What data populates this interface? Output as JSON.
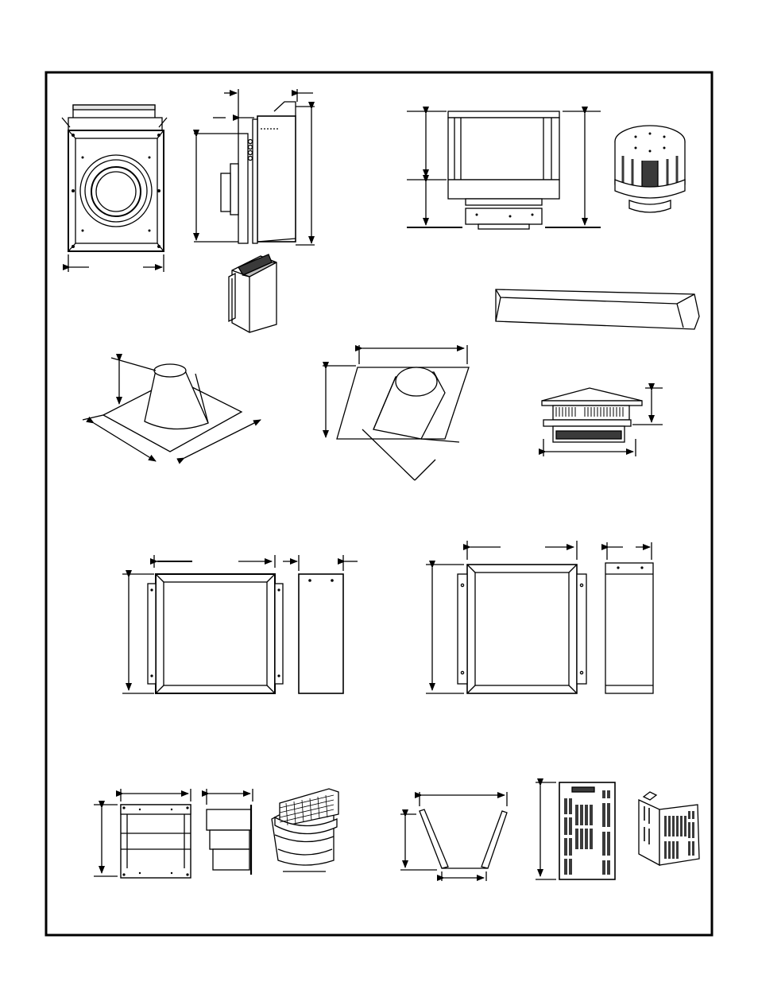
{
  "page": {
    "background": "#ffffff",
    "line_color": "#000000",
    "fill_light": "#e6e6e6",
    "fill_mid": "#bdbdbd",
    "fill_dark": "#3a3a3a"
  },
  "figures": [
    {
      "id": "wall-thimble-front",
      "icon": "wall-thimble-icon"
    },
    {
      "id": "wall-thimble-side",
      "icon": "wall-thimble-side-icon"
    },
    {
      "id": "wall-thimble-iso",
      "icon": "wall-thimble-iso-icon"
    },
    {
      "id": "termination-cap-elevation",
      "icon": "termination-cap-icon"
    },
    {
      "id": "termination-cap-iso",
      "icon": "termination-cap-3d-icon"
    },
    {
      "id": "roof-bracket",
      "icon": "roof-bracket-icon"
    },
    {
      "id": "roof-flashing-cone",
      "icon": "roof-flashing-icon"
    },
    {
      "id": "roof-flashing-slant",
      "icon": "roof-flashing-slant-icon"
    },
    {
      "id": "chimney-cap-square",
      "icon": "chimney-cap-icon"
    },
    {
      "id": "firestop-front-small",
      "icon": "firestop-icon"
    },
    {
      "id": "firestop-side-small",
      "icon": "firestop-side-icon"
    },
    {
      "id": "firestop-front-large",
      "icon": "firestop-large-icon"
    },
    {
      "id": "firestop-side-large",
      "icon": "firestop-large-side-icon"
    },
    {
      "id": "vent-hood-front",
      "icon": "vent-hood-icon"
    },
    {
      "id": "vent-hood-side",
      "icon": "vent-hood-side-icon"
    },
    {
      "id": "vent-hood-iso",
      "icon": "vent-hood-3d-icon"
    },
    {
      "id": "heat-shield-channel",
      "icon": "heat-shield-icon"
    },
    {
      "id": "louvered-panel-front",
      "icon": "louvered-panel-icon"
    },
    {
      "id": "louvered-panel-iso",
      "icon": "louvered-panel-3d-icon"
    }
  ]
}
